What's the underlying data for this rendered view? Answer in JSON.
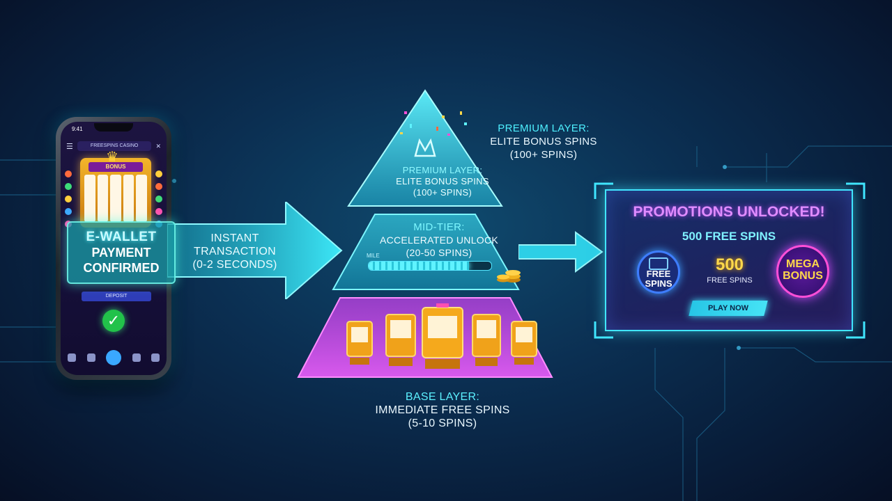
{
  "phone": {
    "status_time": "9:41",
    "app_title": "FREESPINS CASINO",
    "slot_sign": "BONUS",
    "blue_button_2": "DEPOSIT",
    "payment_card": {
      "line1": "E-WALLET",
      "line2": "PAYMENT",
      "line3": "CONFIRMED"
    }
  },
  "transaction_arrow": {
    "line1": "INSTANT",
    "line2": "TRANSACTION",
    "line3": "(0-2 SECONDS)"
  },
  "pyramid": {
    "top_layer": {
      "heading": "PREMIUM LAYER:",
      "line2": "ELITE BONUS SPINS",
      "line3": "(100+ SPINS)"
    },
    "mid_layer": {
      "heading": "MID-TIER:",
      "line2": "ACCELERATED UNLOCK",
      "line3": "(20-50 SPINS)",
      "progress_label": "MILE",
      "progress": 0.82
    },
    "premium_callout": {
      "heading": "PREMIUM LAYER:",
      "line2": "ELITE BONUS SPINS",
      "line3": "(100+ SPINS)"
    },
    "base_label": {
      "heading": "BASE LAYER:",
      "line2": "IMMEDIATE FREE SPINS",
      "line3": "(5-10 SPINS)"
    }
  },
  "promo": {
    "title": "PROMOTIONS UNLOCKED!",
    "subtitle": "500 FREE SPINS",
    "badge_left": {
      "line1": "FREE",
      "line2": "SPINS"
    },
    "center_number": "500",
    "center_label": "FREE SPINS",
    "badge_right": {
      "line1": "MEGA",
      "line2": "BONUS"
    },
    "play_button": "PLAY NOW"
  },
  "colors": {
    "cyan": "#41e6ff",
    "magenta": "#d04bff",
    "gold": "#ffd84a",
    "background": "#0b2f52"
  }
}
